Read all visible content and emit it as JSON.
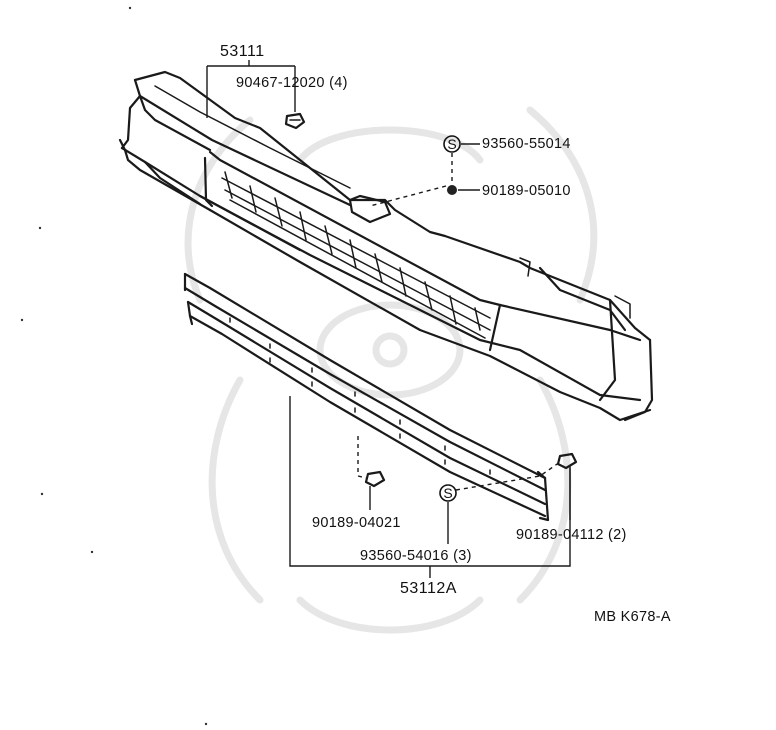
{
  "diagram": {
    "labels": {
      "upper_grille": "53111",
      "upper_grille_screw": "90467-12020 (4)",
      "s_mark_upper": "S",
      "screw_93560_55014": "93560-55014",
      "nut_90189_05010": "90189-05010",
      "clip_90189_04021": "90189-04021",
      "clip_90189_04112": "90189-04112 (2)",
      "s_mark_lower": "S",
      "screw_93560_54016": "93560-54016 (3)",
      "lower_grille": "53112A",
      "drawing_code": "MB K678-A"
    }
  }
}
